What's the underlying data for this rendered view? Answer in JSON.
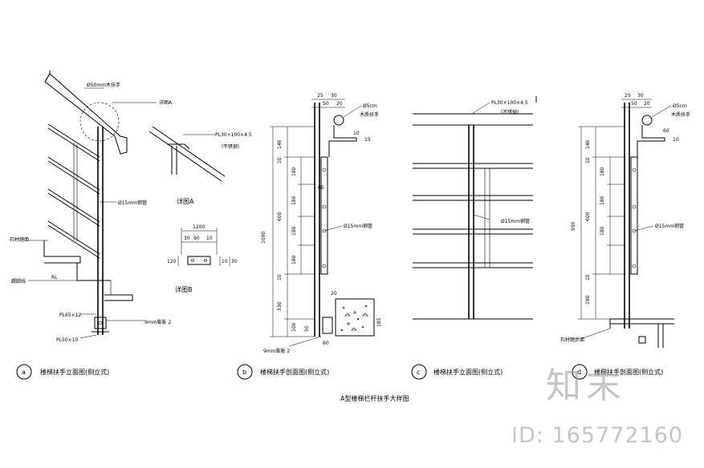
{
  "labels": {
    "a": {
      "circle": "a",
      "title": "楼梯扶手立面图(侧立式)",
      "handrail": "Ø50mm木扶手",
      "detail_ref": "详图A",
      "bar": "Ø15mm钢管",
      "tread": "石材踏面",
      "riser": "踢脚线",
      "rl": "RL",
      "pl65": "PL65×12",
      "bolt": "9mm膨胀 2",
      "pl50": "PL50×10"
    },
    "detailA": {
      "plate": "PL30×100×4.5",
      "note": "（不锈钢）",
      "title": "详图A"
    },
    "detailB": {
      "dim_total": "1200",
      "dim_a": "30",
      "dim_b": "90",
      "dim_c": "10",
      "side": "120",
      "h1": "10",
      "h2": "30",
      "title": "详图B"
    },
    "b": {
      "circle": "b",
      "title": "楼梯扶手剖面图(侧立式)",
      "top1": "25",
      "top2": "30",
      "top3": "50",
      "top4": "20",
      "handrail": "Ø5cm",
      "handrail2": "木质扶手",
      "r10": "10",
      "r15": "15",
      "d140": "140",
      "d10a": "10",
      "d180a": "180",
      "d65": "65",
      "d180b": "180",
      "d600": "600",
      "d180c": "180",
      "d180d": "180",
      "d10b": "10",
      "d330": "330",
      "d100": "100",
      "d50": "50",
      "d20": "20",
      "d1090": "1090",
      "bar": "Ø15mm钢管",
      "bolt": "9mm膨胀 2",
      "d60": "60",
      "d185": "185"
    },
    "c": {
      "circle": "c",
      "title": "楼梯扶手立面图(侧立式)",
      "plate": "PL30×100×4.5",
      "note": "（不锈钢）",
      "bar": "Ø15mm钢管"
    },
    "d": {
      "circle": "d",
      "title": "楼梯扶手剖面图(侧立式)",
      "top1": "25",
      "top2": "30",
      "top3": "50",
      "top4": "20",
      "handrail": "Ø5cm",
      "handrail2": "木质扶手",
      "r10": "10",
      "r60": "60",
      "d140": "140",
      "d10a": "10",
      "d180a": "180",
      "d180b": "180",
      "d600": "600",
      "d180c": "180",
      "d10b": "10",
      "d190": "190",
      "d950": "950",
      "bar": "Ø15mm钢管",
      "floor": "石材踏步面"
    },
    "main_title": "A型楼梯栏杆扶手大样图"
  },
  "watermark": {
    "logo": "知末",
    "id": "ID: 165772160"
  }
}
